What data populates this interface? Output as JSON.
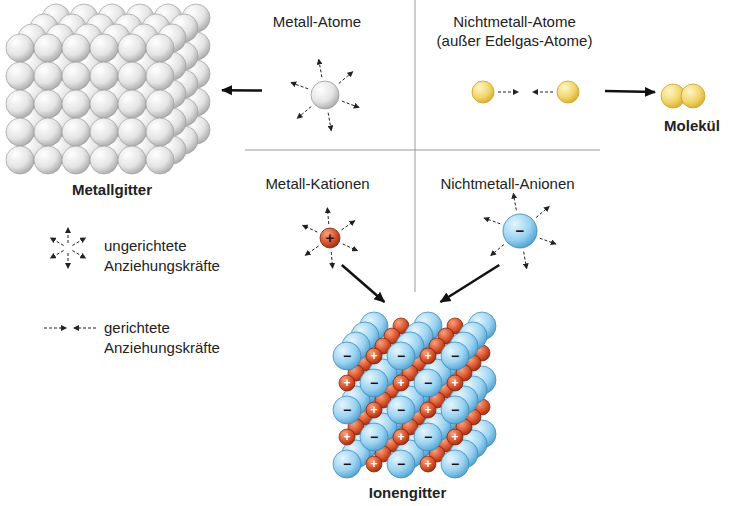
{
  "diagram": {
    "nodes": [
      {
        "text": [
          "Metall-Atome"
        ]
      },
      {
        "text": [
          "Metallgitter"
        ]
      },
      {
        "text": [
          "Nichtmetall-Atome (außer Edelgas-Atome)"
        ]
      },
      {
        "text": [
          "Molekül"
        ]
      },
      {
        "text": [
          "Metall-Kationen",
          "+"
        ]
      },
      {
        "text": [
          "Nichtmetall-Anionen",
          "−"
        ]
      },
      {
        "text": [
          "Ionengitter"
        ]
      }
    ],
    "edges": [
      {
        "from": 0,
        "to": 1,
        "arrow": "to"
      },
      {
        "from": 2,
        "to": 3,
        "arrow": "to"
      },
      {
        "from": 4,
        "to": 6,
        "arrow": "to"
      },
      {
        "from": 5,
        "to": 6,
        "arrow": "to"
      }
    ],
    "labels": [
      "−",
      "+",
      "−",
      "+",
      "−",
      "+",
      "−",
      "+",
      "−",
      "+",
      "−",
      "+",
      "−",
      "+",
      "−",
      "+",
      "−",
      "+",
      "−",
      "+",
      "−",
      "+",
      "−",
      "+",
      "−"
    ],
    "legend": [
      {
        "text": "ungerichtete Anziehungskräfte"
      },
      {
        "text": "gerichtete Anziehungskräfte"
      }
    ]
  }
}
